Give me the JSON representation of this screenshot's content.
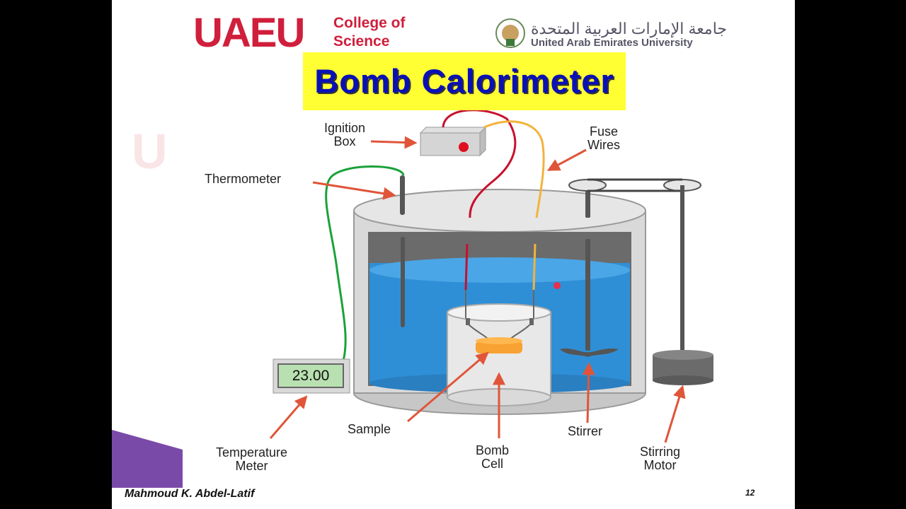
{
  "header": {
    "logo_text": "UAEU",
    "college_line1": "College of",
    "college_line2": "Science",
    "university_arabic": "جامعة الإمارات العربية المتحدة",
    "university_english": "United Arab Emirates University"
  },
  "title": "Bomb Calorimeter",
  "labels": {
    "ignition_box_1": "Ignition",
    "ignition_box_2": "Box",
    "fuse_wires_1": "Fuse",
    "fuse_wires_2": "Wires",
    "thermometer": "Thermometer",
    "temperature_meter_1": "Temperature",
    "temperature_meter_2": "Meter",
    "sample": "Sample",
    "bomb_cell_1": "Bomb",
    "bomb_cell_2": "Cell",
    "stirrer": "Stirrer",
    "stirring_motor_1": "Stirring",
    "stirring_motor_2": "Motor"
  },
  "meter_reading": "23.00",
  "footer": {
    "author": "Mahmoud K. Abdel-Latif",
    "page_number": "12"
  },
  "colors": {
    "title_bg": "#ffff33",
    "title_text": "#0a10b8",
    "brand_red": "#d01f3c",
    "water": "#2f8fd6",
    "arrow": "#e0553a"
  }
}
